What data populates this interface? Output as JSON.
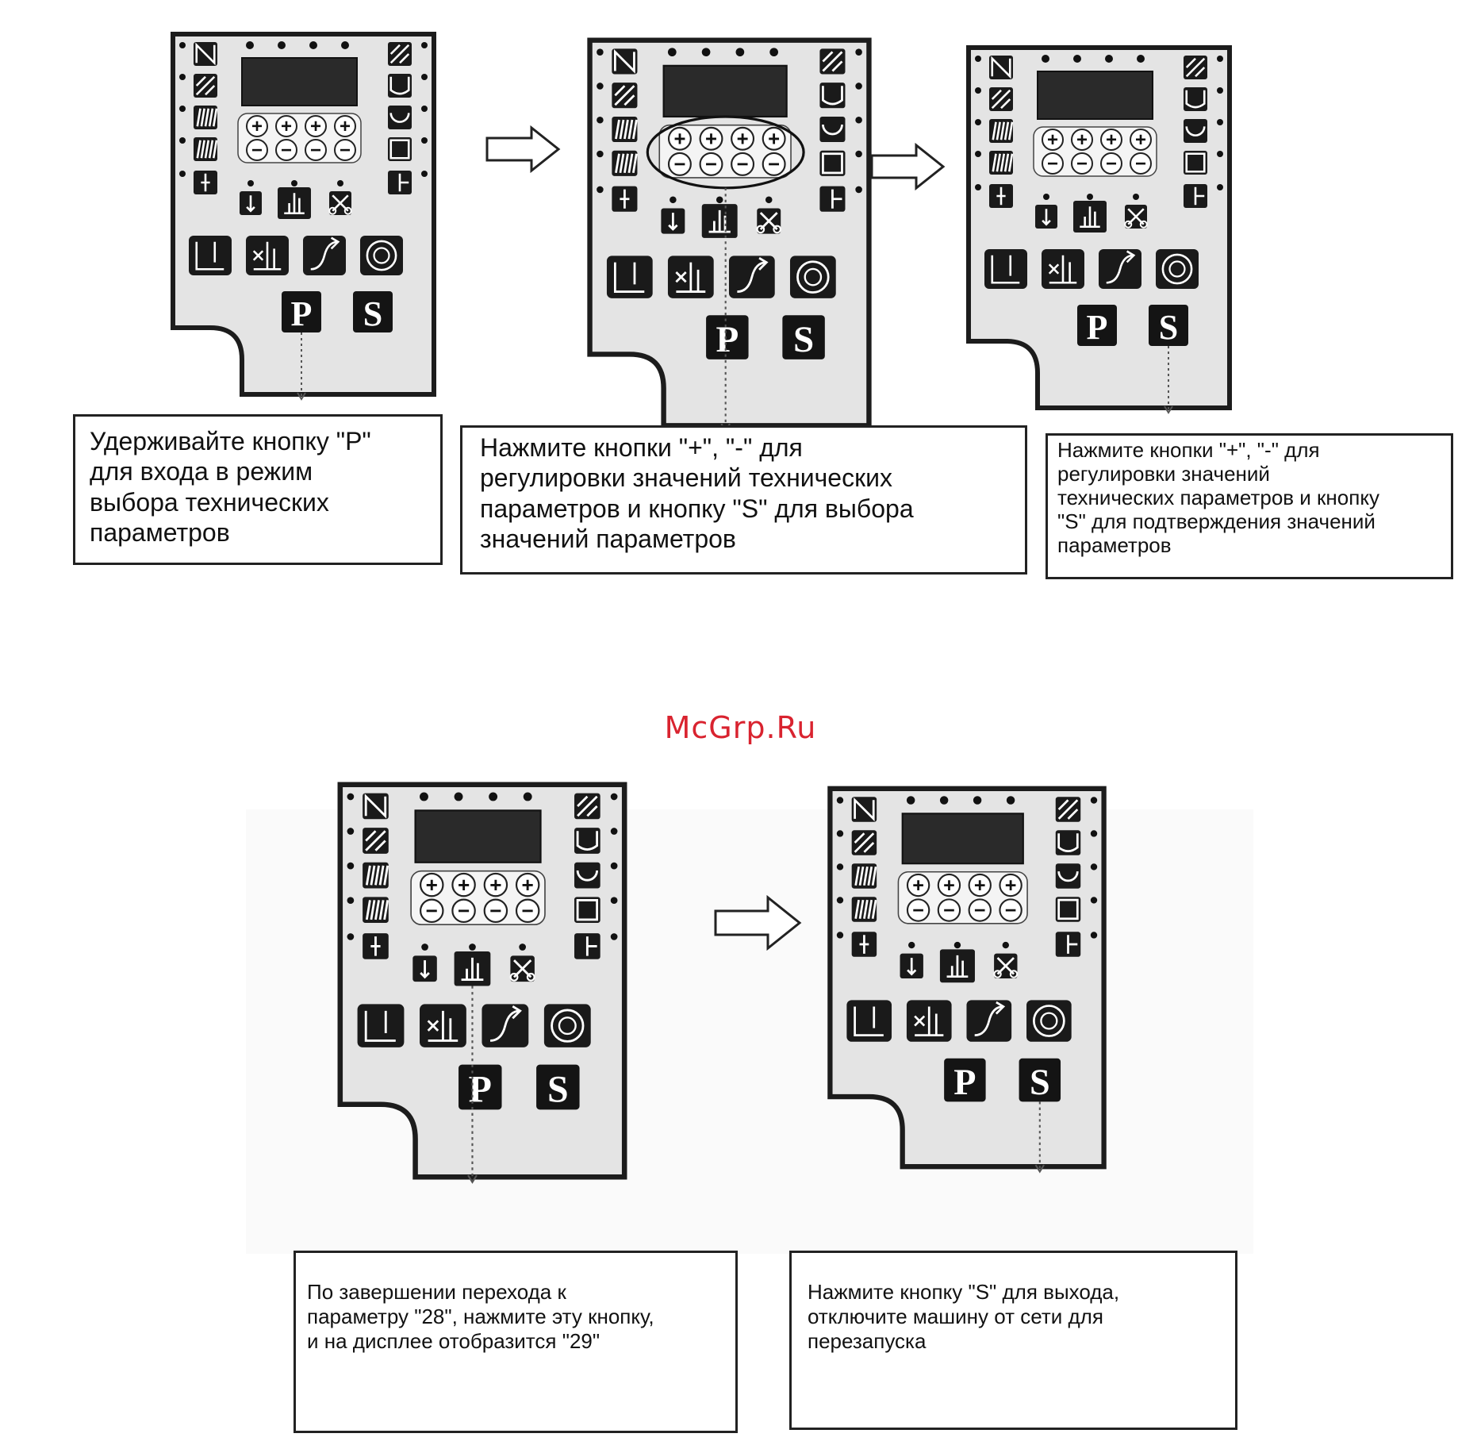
{
  "watermark": "McGrp.Ru",
  "panel": {
    "keys": {
      "p": "P",
      "s": "S",
      "plus": "+",
      "minus": "−"
    },
    "icons": {
      "left_column": [
        "reverse-stitch-start-icon",
        "reverse-stitch-end-icon",
        "multi-stitch-icon",
        "multi-stitch-alt-icon",
        "single-needle-icon"
      ],
      "right_column": [
        "zigzag-stitch-icon",
        "loop-stitch-icon",
        "bartack-icon",
        "square-stitch-icon",
        "needle-position-icon"
      ],
      "bottom_small": [
        "needle-up-down-icon",
        "slow-start-icon",
        "thread-trim-icon"
      ],
      "large_row": [
        "presser-foot-icon",
        "trim-foot-icon",
        "soft-start-icon",
        "cycle-icon"
      ]
    }
  },
  "steps": [
    {
      "id": "step1",
      "caption": "Удерживайте кнопку \"P\"\nдля входа в режим\nвыбора технических\nпараметров",
      "highlight": "p"
    },
    {
      "id": "step2",
      "caption": "Нажмите кнопки \"+\", \"-\" для\nрегулировки значений технических\nпараметров и кнопку \"S\" для выбора\nзначений параметров",
      "highlight": "plusminus"
    },
    {
      "id": "step3",
      "caption": "Нажмите кнопки \"+\", \"-\" для\nрегулировки значений\nтехнических параметров и кнопку\n\"S\" для подтверждения значений\nпараметров",
      "highlight": "s"
    },
    {
      "id": "step4",
      "caption": "По завершении перехода к\nпараметру \"28\", нажмите эту кнопку,\nи на дисплее отобразится \"29\"",
      "highlight": "slow"
    },
    {
      "id": "step5",
      "caption": "Нажмите кнопку \"S\" для выхода,\nотключите машину от сети для\nперезапуска",
      "highlight": "s"
    }
  ]
}
